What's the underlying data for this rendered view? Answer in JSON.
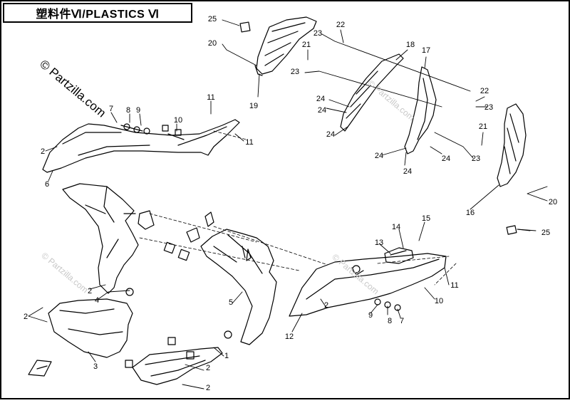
{
  "title": "塑料件Ⅵ/PLASTICS Ⅵ",
  "watermarks": [
    "© Partzilla.com",
    "© Partzilla.com",
    "© Partzilla.com",
    "© Partzilla.com"
  ],
  "colors": {
    "line": "#000000",
    "background": "#ffffff",
    "watermark": "#c8c8c8"
  },
  "callouts": [
    {
      "id": "c1",
      "label": "25"
    },
    {
      "id": "c2",
      "label": "20"
    },
    {
      "id": "c3",
      "label": "19"
    },
    {
      "id": "c4",
      "label": "23"
    },
    {
      "id": "c5",
      "label": "22"
    },
    {
      "id": "c6",
      "label": "21"
    },
    {
      "id": "c7",
      "label": "23"
    },
    {
      "id": "c8",
      "label": "18"
    },
    {
      "id": "c9",
      "label": "17"
    },
    {
      "id": "c10",
      "label": "24"
    },
    {
      "id": "c11",
      "label": "24"
    },
    {
      "id": "c12",
      "label": "24"
    },
    {
      "id": "c13",
      "label": "22"
    },
    {
      "id": "c14",
      "label": "23"
    },
    {
      "id": "c15",
      "label": "21"
    },
    {
      "id": "c16",
      "label": "24"
    },
    {
      "id": "c17",
      "label": "24"
    },
    {
      "id": "c18",
      "label": "24"
    },
    {
      "id": "c19",
      "label": "23"
    },
    {
      "id": "c20",
      "label": "16"
    },
    {
      "id": "c21",
      "label": "20"
    },
    {
      "id": "c22",
      "label": "25"
    },
    {
      "id": "c23",
      "label": "7"
    },
    {
      "id": "c24",
      "label": "8"
    },
    {
      "id": "c25",
      "label": "9"
    },
    {
      "id": "c26",
      "label": "10"
    },
    {
      "id": "c27",
      "label": "11"
    },
    {
      "id": "c28",
      "label": "11"
    },
    {
      "id": "c29",
      "label": "2"
    },
    {
      "id": "c30",
      "label": "6"
    },
    {
      "id": "c31",
      "label": "2"
    },
    {
      "id": "c32",
      "label": "4"
    },
    {
      "id": "c33",
      "label": "2"
    },
    {
      "id": "c34",
      "label": "3"
    },
    {
      "id": "c35",
      "label": "5"
    },
    {
      "id": "c36",
      "label": "1"
    },
    {
      "id": "c37",
      "label": "2"
    },
    {
      "id": "c38",
      "label": "2"
    },
    {
      "id": "c39",
      "label": "12"
    },
    {
      "id": "c40",
      "label": "2"
    },
    {
      "id": "c41",
      "label": "13"
    },
    {
      "id": "c42",
      "label": "14"
    },
    {
      "id": "c43",
      "label": "15"
    },
    {
      "id": "c44",
      "label": "11"
    },
    {
      "id": "c45",
      "label": "10"
    },
    {
      "id": "c46",
      "label": "9"
    },
    {
      "id": "c47",
      "label": "8"
    },
    {
      "id": "c48",
      "label": "7"
    }
  ]
}
